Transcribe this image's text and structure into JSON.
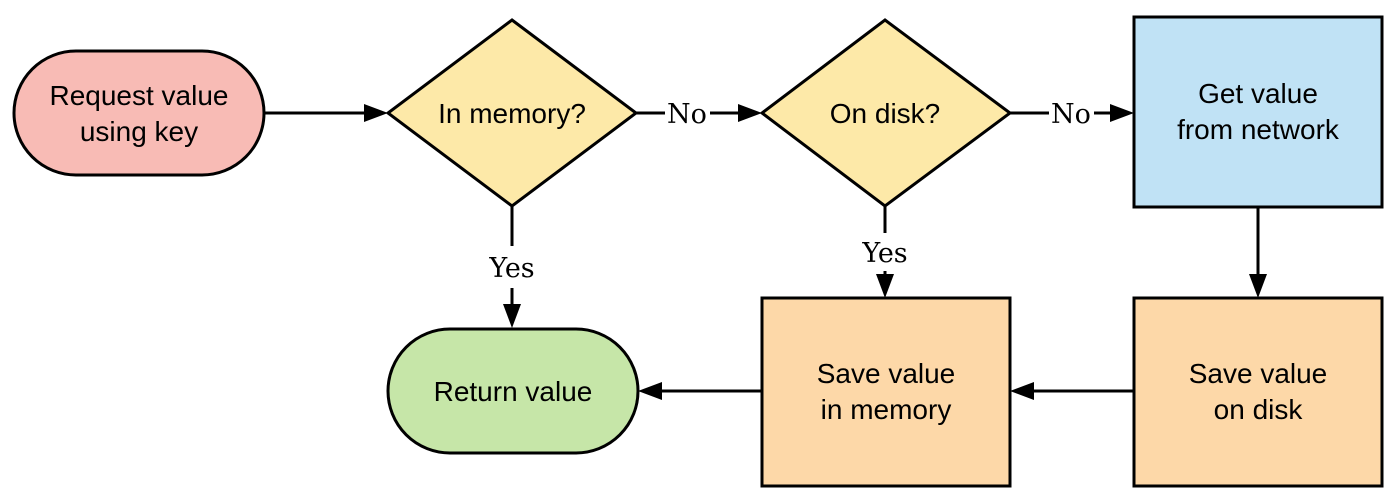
{
  "nodes": {
    "request": {
      "line1": "Request value",
      "line2": "using key"
    },
    "in_memory": {
      "label": "In memory?"
    },
    "on_disk": {
      "label": "On disk?"
    },
    "network": {
      "line1": "Get value",
      "line2": "from network"
    },
    "return": {
      "label": "Return value"
    },
    "save_memory": {
      "line1": "Save value",
      "line2": "in memory"
    },
    "save_disk": {
      "line1": "Save value",
      "line2": "on disk"
    }
  },
  "edges": {
    "memory_no": "No",
    "disk_no": "No",
    "memory_yes": "Yes",
    "disk_yes": "Yes"
  },
  "colors": {
    "terminal_start": "#f8bbb5",
    "decision": "#fde9a8",
    "network_process": "#c0e2f5",
    "terminal_end": "#c6e6a8",
    "save_process": "#fdd8a8"
  }
}
